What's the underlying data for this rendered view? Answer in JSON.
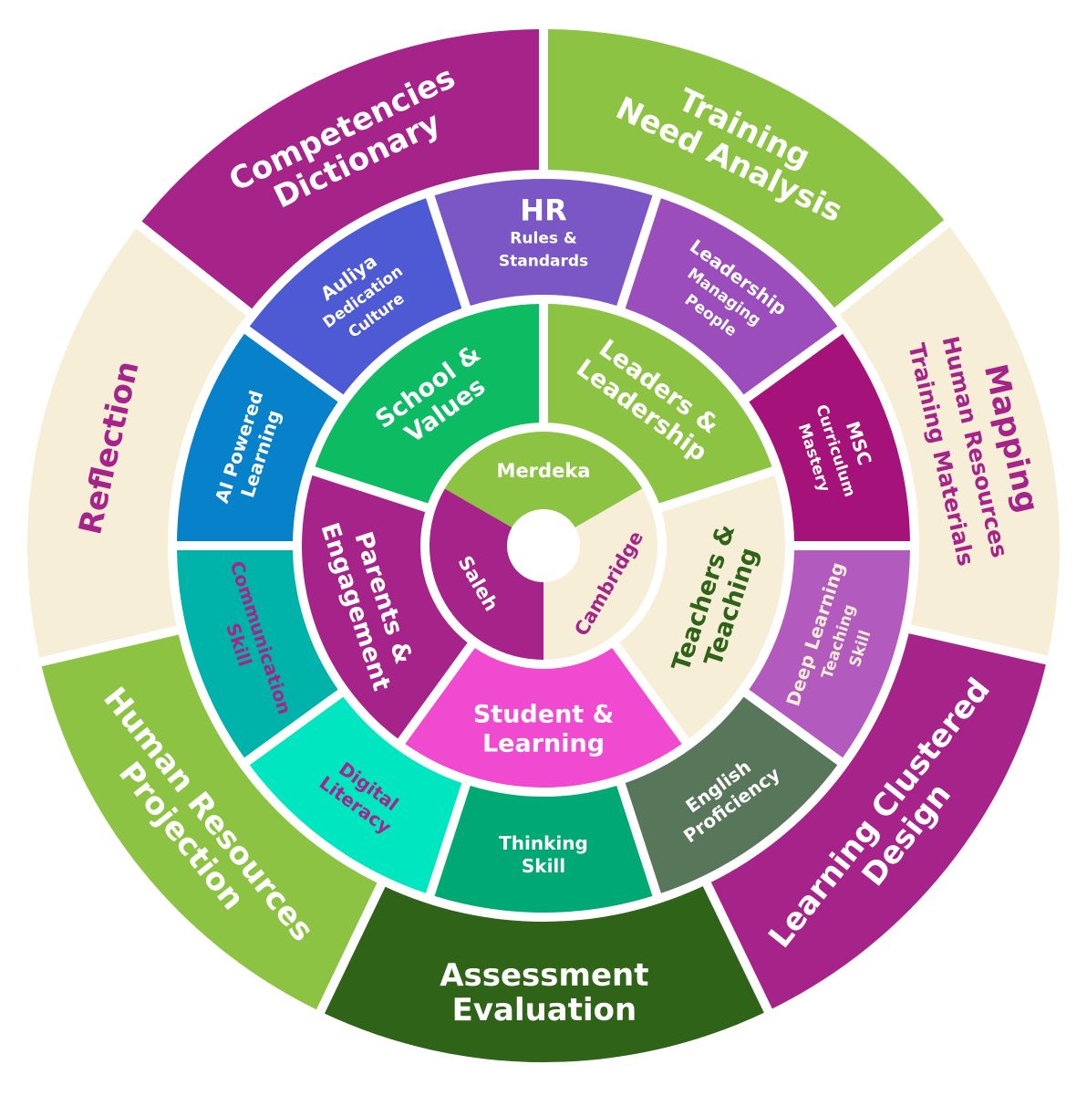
{
  "title": "Competency Development Wheel",
  "rings": [
    {
      "name": "core",
      "segments": [
        {
          "lines": [
            "Merdeka"
          ],
          "color": "#8DC343",
          "text_color": "#FFFFFF",
          "start": 300,
          "end": 420
        },
        {
          "lines": [
            "Cambridge"
          ],
          "color": "#F6EED6",
          "text_color": "#A6238A",
          "start": 60,
          "end": 180
        },
        {
          "lines": [
            "Saleh"
          ],
          "color": "#A6238A",
          "text_color": "#FFFFFF",
          "start": 180,
          "end": 300
        }
      ]
    },
    {
      "name": "pillars",
      "segments": [
        {
          "lines": [
            "Leaders &",
            "Leadership"
          ],
          "color": "#8DC343",
          "text_color": "#FFFFFF",
          "start": 0,
          "end": 72
        },
        {
          "lines": [
            "Teachers &",
            "Teaching"
          ],
          "color": "#F6EED6",
          "text_color": "#2F6318",
          "start": 72,
          "end": 144
        },
        {
          "lines": [
            "Student &",
            "Learning"
          ],
          "color": "#F04AD0",
          "text_color": "#FFFFFF",
          "start": 144,
          "end": 216
        },
        {
          "lines": [
            "Parents &",
            "Engagement"
          ],
          "color": "#A6238A",
          "text_color": "#FFFFFF",
          "start": 216,
          "end": 288
        },
        {
          "lines": [
            "School &",
            "Values"
          ],
          "color": "#0CBB62",
          "text_color": "#FFFFFF",
          "start": 288,
          "end": 360
        }
      ]
    },
    {
      "name": "skills",
      "segments": [
        {
          "lines": [
            "HR",
            "Rules &",
            "Standards"
          ],
          "color": "#7B57C6",
          "text_color": "#FFFFFF",
          "start": -18,
          "end": 18
        },
        {
          "lines": [
            "Leadership",
            "Managing",
            "People"
          ],
          "color": "#9A4DBB",
          "text_color": "#FFFFFF",
          "start": 18,
          "end": 54
        },
        {
          "lines": [
            "MSC",
            "Curriculum",
            "Mastery"
          ],
          "color": "#A5137A",
          "text_color": "#FFFFFF",
          "start": 54,
          "end": 90
        },
        {
          "lines": [
            "Deep Learning",
            "Teaching",
            "Skill"
          ],
          "color": "#B25ABD",
          "text_color": "#F6EED6",
          "start": 90,
          "end": 126
        },
        {
          "lines": [
            "English",
            "Proficiency"
          ],
          "color": "#58765A",
          "text_color": "#FFFFFF",
          "start": 126,
          "end": 162
        },
        {
          "lines": [
            "Thinking",
            "Skill"
          ],
          "color": "#00A873",
          "text_color": "#FFFFFF",
          "start": 162,
          "end": 198
        },
        {
          "lines": [
            "Digital",
            "Literacy"
          ],
          "color": "#00E6C1",
          "text_color": "#A6238A",
          "start": 198,
          "end": 234
        },
        {
          "lines": [
            "Communication",
            "Skill"
          ],
          "color": "#00B3AA",
          "text_color": "#A6238A",
          "start": 234,
          "end": 270
        },
        {
          "lines": [
            "AI Powered",
            "Learning"
          ],
          "color": "#0781C9",
          "text_color": "#FFFFFF",
          "start": 270,
          "end": 306
        },
        {
          "lines": [
            "Auliya",
            "Dedication",
            "Culture"
          ],
          "color": "#4E5AD3",
          "text_color": "#FFFFFF",
          "start": 306,
          "end": 342
        }
      ]
    },
    {
      "name": "outer",
      "segments": [
        {
          "lines": [
            "Training",
            "Need Analysis"
          ],
          "color": "#8DC343",
          "text_color": "#FFFFFF",
          "start": 0,
          "end": 51.4
        },
        {
          "lines": [
            "Mapping",
            "Human Resources",
            "Training Materials"
          ],
          "color": "#F6EED6",
          "text_color": "#A6238A",
          "start": 51.4,
          "end": 102.8
        },
        {
          "lines": [
            "Learning Clustered",
            "Design"
          ],
          "color": "#A6238A",
          "text_color": "#FFFFFF",
          "start": 102.8,
          "end": 154.2
        },
        {
          "lines": [
            "Assessment",
            "Evaluation"
          ],
          "color": "#2F6318",
          "text_color": "#FFFFFF",
          "start": 154.2,
          "end": 205.6
        },
        {
          "lines": [
            "Human Resources",
            "Projection"
          ],
          "color": "#8DC343",
          "text_color": "#FFFFFF",
          "start": 205.6,
          "end": 257
        },
        {
          "lines": [
            "Reflection"
          ],
          "color": "#F6EED6",
          "text_color": "#A6238A",
          "start": 257,
          "end": 308.4
        },
        {
          "lines": [
            "Competencies",
            "Dictionary"
          ],
          "color": "#A6238A",
          "text_color": "#FFFFFF",
          "start": 308.4,
          "end": 360
        }
      ]
    }
  ]
}
